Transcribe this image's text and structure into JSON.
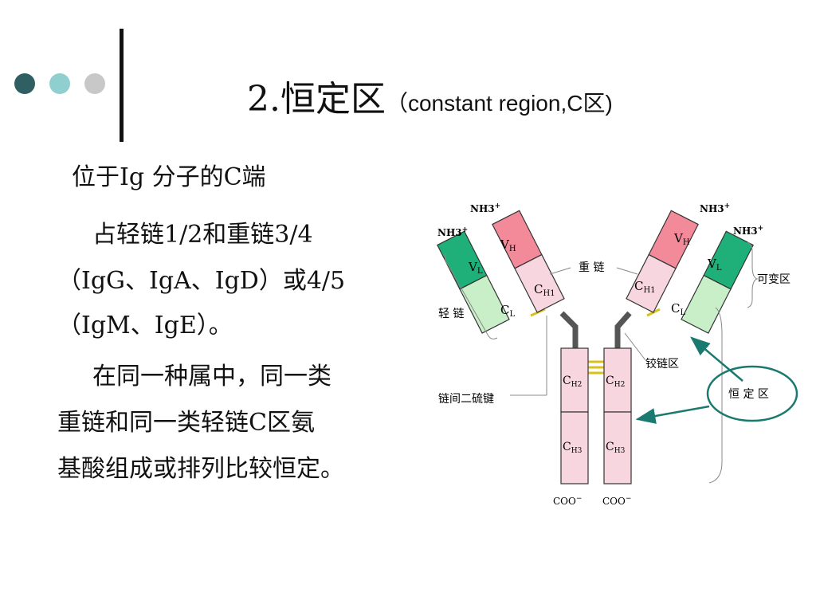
{
  "title": {
    "main": "2.恒定区",
    "sub": "（constant region,C区)"
  },
  "body": {
    "line1": "位于Ig 分子的C端",
    "line2": "占轻链1/2和重链3/4",
    "line3": "（IgG、IgA、IgD）或4/5",
    "line4": "（IgM、IgE）。",
    "line5": "在同一种属中，同一类",
    "line6": "重链和同一类轻链C区氨",
    "line7": "基酸组成或排列比较恒定。"
  },
  "diagram": {
    "nh3": "NH3",
    "plus": "+",
    "vh": "V",
    "vh_sub": "H",
    "vl": "V",
    "vl_sub": "L",
    "ch1": "C",
    "ch1_sub": "H1",
    "cl": "C",
    "cl_sub": "L",
    "ch2": "C",
    "ch2_sub": "H2",
    "ch3": "C",
    "ch3_sub": "H3",
    "coo": "COO",
    "minus": "−",
    "label_heavy": "重 链",
    "label_light": "轻 链",
    "label_variable": "可变区",
    "label_hinge": "铰链区",
    "label_disulfide": "链间二硫键",
    "label_constant": "恒 定 区"
  },
  "colors": {
    "dot1": "#2f5f63",
    "dot2": "#8fcfcf",
    "dot3": "#c8c8c8",
    "vh_fill": "#f28a9a",
    "heavy_const_fill": "#f8d6e0",
    "vl_fill": "#1fb079",
    "light_const_fill": "#c9efc9",
    "arrow": "#1a7a70",
    "ellipse": "#1a7a70"
  }
}
